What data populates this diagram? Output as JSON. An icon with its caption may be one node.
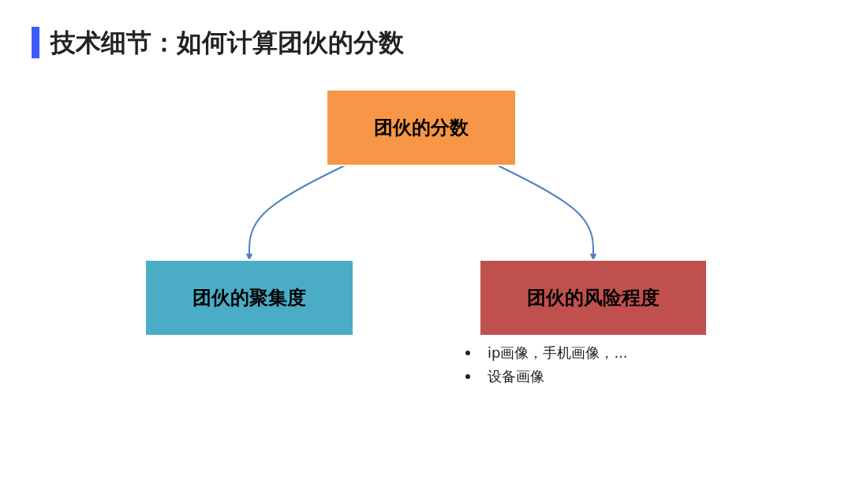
{
  "diagram": {
    "title": "技术细节：如何计算团伙的分数",
    "nodes": [
      {
        "text": [
          "团伙的分数"
        ]
      },
      {
        "text": [
          "团伙的聚集度"
        ]
      },
      {
        "text": [
          "团伙的风险程度"
        ],
        "beside": [
          "ip画像，手机画像，...",
          "设备画像"
        ]
      }
    ],
    "edges": [
      {
        "from": 0,
        "to": 1,
        "arrow": "to"
      },
      {
        "from": 0,
        "to": 2,
        "arrow": "to"
      }
    ]
  }
}
